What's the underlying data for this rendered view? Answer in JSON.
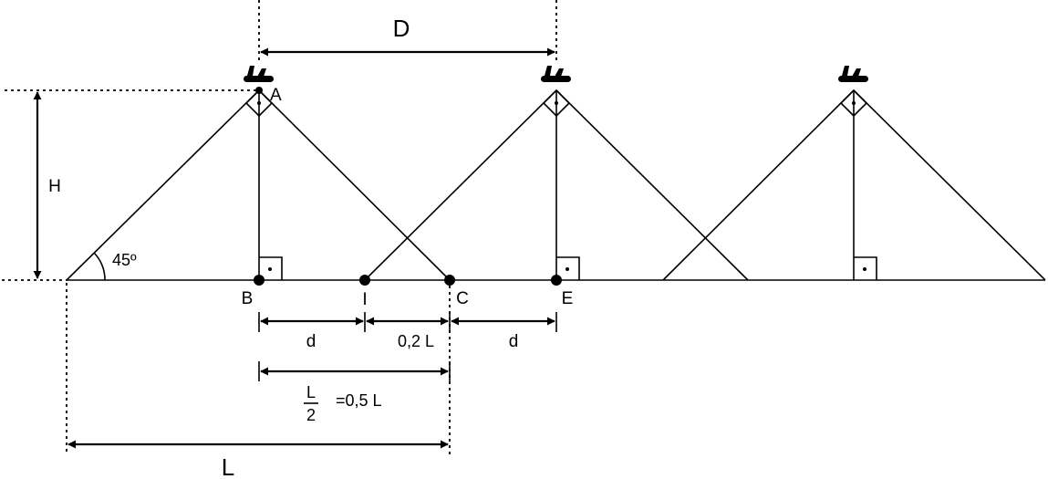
{
  "labels": {
    "D": "D",
    "A": "A",
    "H": "H",
    "angle": "45º",
    "B": "B",
    "I": "I",
    "C": "C",
    "E": "E",
    "d_left": "d",
    "spacing": "0,2 L",
    "d_right": "d",
    "half_num": "L",
    "half_den": "2",
    "half_eq": "=0,5 L",
    "L": "L"
  },
  "icons": {
    "aircraft": "airplane-icon",
    "right_angle": "right-angle-marker"
  },
  "colors": {
    "stroke": "#000000",
    "background": "#ffffff"
  }
}
